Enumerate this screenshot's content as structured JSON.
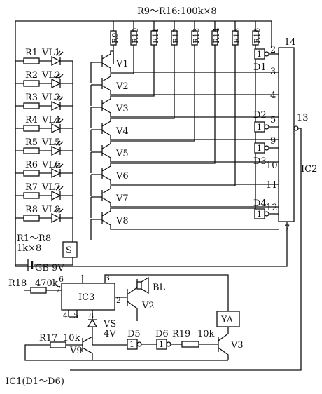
{
  "header": {
    "resistor_array_label": "R9～R16:100k×8"
  },
  "resistors_top": [
    "R9",
    "R10",
    "R11",
    "R12",
    "R13",
    "R14",
    "R15",
    "R16"
  ],
  "led_rows": [
    {
      "r": "R1",
      "led": "VL1",
      "v": "V1"
    },
    {
      "r": "R2",
      "led": "VL2",
      "v": "V2"
    },
    {
      "r": "R3",
      "led": "VL3",
      "v": "V3"
    },
    {
      "r": "R4",
      "led": "VL4",
      "v": "V4"
    },
    {
      "r": "R5",
      "led": "VL5",
      "v": "V5"
    },
    {
      "r": "R6",
      "led": "VL6",
      "v": "V6"
    },
    {
      "r": "R7",
      "led": "VL7",
      "v": "V7"
    },
    {
      "r": "R8",
      "led": "VL8",
      "v": "V8"
    }
  ],
  "gates": {
    "d1": "D1",
    "d2": "D2",
    "d3": "D3",
    "d4": "D4",
    "d5": "D5",
    "d6": "D6",
    "one": "1"
  },
  "ic2": {
    "name": "IC2",
    "pins": {
      "p14": "14",
      "p2": "2",
      "p3": "3",
      "p4": "4",
      "p5": "5",
      "p9": "9",
      "p10": "10",
      "p11": "11",
      "p12": "12",
      "p13": "13",
      "p7": "7"
    }
  },
  "labels": {
    "r_array": "R1～R8",
    "r_array_val": "1k×8",
    "switch": "S",
    "battery": "GB 9V",
    "r18": "R18",
    "r18_val": "470k",
    "ic3": "IC3",
    "ic3_p1": "1",
    "ic3_p2": "2",
    "ic3_p3": "3",
    "ic3_p4": "4",
    "ic3_p5": "5",
    "ic3_p6": "6",
    "ic3_p7": "7",
    "ic3_p8": "8",
    "bl": "BL",
    "v2b": "V2",
    "vs": "VS",
    "vs_val": "4V",
    "ya": "YA",
    "r17": "R17",
    "r17_val": "10k",
    "v9": "V9",
    "r19": "R19",
    "r19_val": "10k",
    "v3": "V3",
    "footer": "IC1(D1～D6)"
  }
}
